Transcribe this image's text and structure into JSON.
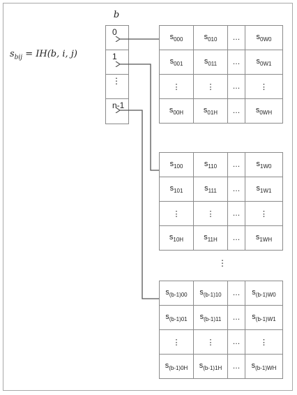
{
  "formula": {
    "lhs": "s",
    "lhs_sub": "bij",
    "rhs": " = IH(b, i, j)"
  },
  "b_column": {
    "label": "b",
    "cells": [
      "0",
      "1",
      "⋮",
      "n-1"
    ]
  },
  "grids": [
    {
      "rows": [
        [
          [
            "s",
            "000"
          ],
          [
            "s",
            "010"
          ],
          [
            "…",
            ""
          ],
          [
            "s",
            "0W0"
          ]
        ],
        [
          [
            "s",
            "001"
          ],
          [
            "s",
            "011"
          ],
          [
            "…",
            ""
          ],
          [
            "s",
            "0W1"
          ]
        ],
        [
          [
            "⋮",
            ""
          ],
          [
            "⋮",
            ""
          ],
          [
            "…",
            ""
          ],
          [
            "⋮",
            ""
          ]
        ],
        [
          [
            "s",
            "00H"
          ],
          [
            "s",
            "01H"
          ],
          [
            "…",
            ""
          ],
          [
            "s",
            "0WH"
          ]
        ]
      ]
    },
    {
      "rows": [
        [
          [
            "s",
            "100"
          ],
          [
            "s",
            "110"
          ],
          [
            "…",
            ""
          ],
          [
            "s",
            "1W0"
          ]
        ],
        [
          [
            "s",
            "101"
          ],
          [
            "s",
            "111"
          ],
          [
            "…",
            ""
          ],
          [
            "s",
            "1W1"
          ]
        ],
        [
          [
            "⋮",
            ""
          ],
          [
            "⋮",
            ""
          ],
          [
            "…",
            ""
          ],
          [
            "⋮",
            ""
          ]
        ],
        [
          [
            "s",
            "10H"
          ],
          [
            "s",
            "11H"
          ],
          [
            "…",
            ""
          ],
          [
            "s",
            "1WH"
          ]
        ]
      ]
    },
    {
      "rows": [
        [
          [
            "s",
            "(b-1)00"
          ],
          [
            "s",
            "(b-1)10"
          ],
          [
            "…",
            ""
          ],
          [
            "s",
            "(b-1)W0"
          ]
        ],
        [
          [
            "s",
            "(b-1)01"
          ],
          [
            "s",
            "(b-1)11"
          ],
          [
            "…",
            ""
          ],
          [
            "s",
            "(b-1)W1"
          ]
        ],
        [
          [
            "⋮",
            ""
          ],
          [
            "⋮",
            ""
          ],
          [
            "…",
            ""
          ],
          [
            "⋮",
            ""
          ]
        ],
        [
          [
            "s",
            "(b-1)0H"
          ],
          [
            "s",
            "(b-1)1H"
          ],
          [
            "…",
            ""
          ],
          [
            "s",
            "(b-1)WH"
          ]
        ]
      ]
    }
  ],
  "between_grids_dots": "⋮",
  "colors": {
    "line": "#555555",
    "border": "#8a8a8a"
  }
}
